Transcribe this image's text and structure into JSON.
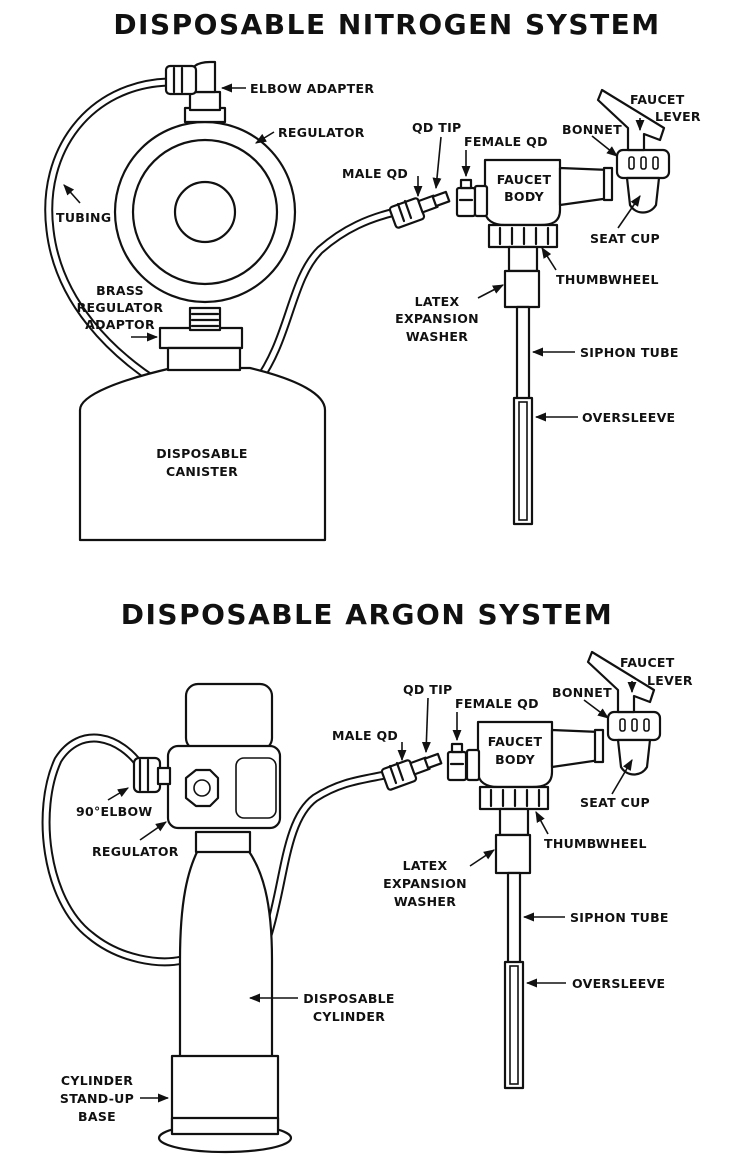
{
  "nitrogen": {
    "title": "DISPOSABLE NITROGEN SYSTEM",
    "labels": {
      "elbow_adapter": "ELBOW ADAPTER",
      "regulator": "REGULATOR",
      "tubing": "TUBING",
      "brass_1": "BRASS",
      "brass_2": "REGULATOR",
      "brass_3": "ADAPTOR",
      "canister_1": "DISPOSABLE",
      "canister_2": "CANISTER",
      "qd_tip": "QD TIP",
      "female_qd": "FEMALE QD",
      "male_qd": "MALE QD",
      "bonnet": "BONNET",
      "faucet_lever_1": "FAUCET",
      "faucet_lever_2": "LEVER",
      "faucet_body_1": "FAUCET",
      "faucet_body_2": "BODY",
      "seat_cup": "SEAT CUP",
      "thumbwheel": "THUMBWHEEL",
      "latex_1": "LATEX",
      "latex_2": "EXPANSION",
      "latex_3": "WASHER",
      "siphon_tube": "SIPHON TUBE",
      "oversleeve": "OVERSLEEVE"
    }
  },
  "argon": {
    "title": "DISPOSABLE ARGON SYSTEM",
    "labels": {
      "qd_tip": "QD TIP",
      "female_qd": "FEMALE QD",
      "male_qd": "MALE QD",
      "bonnet": "BONNET",
      "faucet_lever_1": "FAUCET",
      "faucet_lever_2": "LEVER",
      "faucet_body_1": "FAUCET",
      "faucet_body_2": "BODY",
      "seat_cup": "SEAT CUP",
      "thumbwheel": "THUMBWHEEL",
      "elbow": "90°ELBOW",
      "regulator": "REGULATOR",
      "latex_1": "LATEX",
      "latex_2": "EXPANSION",
      "latex_3": "WASHER",
      "siphon_tube": "SIPHON TUBE",
      "oversleeve": "OVERSLEEVE",
      "cylinder_1": "DISPOSABLE",
      "cylinder_2": "CYLINDER",
      "base_1": "CYLINDER",
      "base_2": "STAND-UP",
      "base_3": "BASE"
    }
  }
}
